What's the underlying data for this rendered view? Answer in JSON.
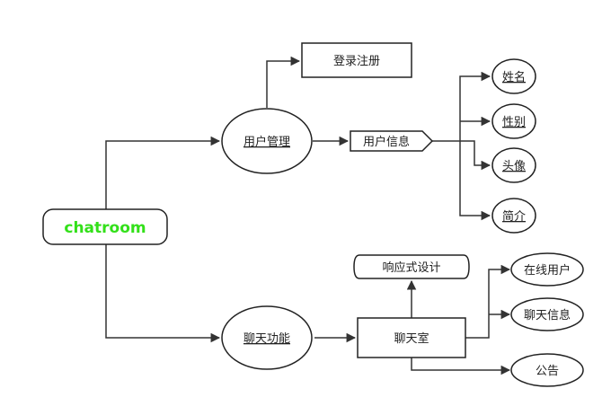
{
  "root": {
    "label": "chatroom",
    "color": "#33e01a"
  },
  "user_mgmt": {
    "label": "用户管理",
    "login": "登录注册",
    "info": {
      "label": "用户信息",
      "fields": [
        "姓名",
        "性别",
        "头像",
        "简介"
      ]
    }
  },
  "chat_func": {
    "label": "聊天功能",
    "room": {
      "label": "聊天室",
      "responsive": "响应式设计",
      "items": [
        "在线用户",
        "聊天信息",
        "公告"
      ]
    }
  }
}
